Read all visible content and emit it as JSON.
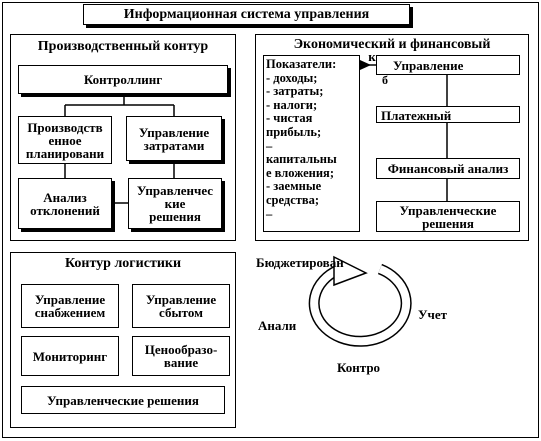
{
  "title": "Информационная система управления",
  "production": {
    "title": "Производственный контур",
    "controlling": "Контроллинг",
    "planning": [
      "Производств",
      "енное",
      "планировани"
    ],
    "cost_management": [
      "Управление",
      "затратами"
    ],
    "analysis": [
      "Анализ",
      "отклонений"
    ],
    "decisions": [
      "Управленчес",
      "кие",
      "решения"
    ]
  },
  "economic": {
    "title": "Экономический и финансовый",
    "title_overflow": "к",
    "indicators": [
      "Показатели:",
      "- доходы;",
      "- затраты;",
      "- налоги;",
      "- чистая",
      "прибыль;",
      "–",
      "капитальны",
      "е вложения;",
      "- заемные",
      "средства;",
      "–"
    ],
    "management": "Управление",
    "management_overflow": "б",
    "payment": "Платежный",
    "fin_analysis": "Финансовый анализ",
    "decisions": [
      "Управленческие",
      "решения"
    ]
  },
  "logistics": {
    "title": "Контур логистики",
    "supply": [
      "Управление",
      "снабжением"
    ],
    "sales": [
      "Управление",
      "сбытом"
    ],
    "monitoring": "Мониторинг",
    "pricing": [
      "Ценообразо-",
      "вание"
    ],
    "decisions": "Управленческие решения"
  },
  "cycle": {
    "budgeting": "Бюджетирован",
    "accounting": "Учет",
    "control": "Контро",
    "analysis": "Анали"
  }
}
